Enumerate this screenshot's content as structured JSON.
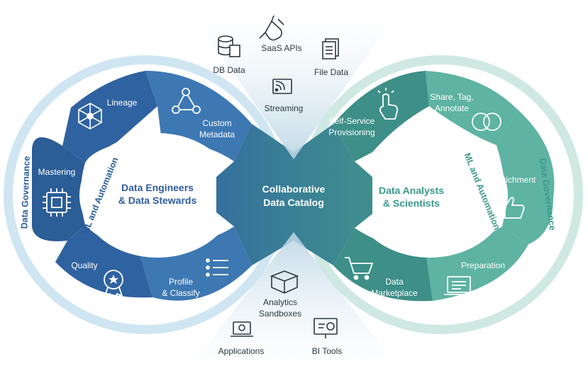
{
  "center": {
    "line1": "Collaborative",
    "line2": "Data Catalog"
  },
  "left_hub": {
    "line1": "Data Engineers",
    "line2": "& Data Stewards"
  },
  "right_hub": {
    "line1": "Data Analysts",
    "line2": "& Scientists"
  },
  "left_outer_label": "Data Governance",
  "left_inner_label": "ML and Automation",
  "right_outer_label": "Data Governance",
  "right_inner_label": "ML and Automation",
  "left_segments": {
    "lineage": "Lineage",
    "custom_metadata": [
      "Custom",
      "Metadata"
    ],
    "mastering": "Mastering",
    "quality": "Quality",
    "profile_classify": [
      "Profile",
      "& Classify"
    ]
  },
  "right_segments": {
    "self_service": [
      "Self-Service",
      "Provisioning"
    ],
    "share_tag": [
      "Share, Tag,",
      "Annotate"
    ],
    "enrichment": "Enrichment",
    "preparation": "Preparation",
    "data_marketplace": [
      "Data",
      "Marketplace"
    ]
  },
  "sources": {
    "db_data": "DB Data",
    "saas_apis": "SaaS APIs",
    "file_data": "File Data",
    "streaming": "Streaming"
  },
  "consumers": {
    "analytics": [
      "Analytics",
      "Sandboxes"
    ],
    "applications": "Applications",
    "bi_tools": "BI Tools"
  },
  "colors": {
    "blue_dark": "#2b5d97",
    "blue_mid": "#3d78b3",
    "teal_dark": "#3d8f88",
    "teal_light": "#5eb3a2",
    "center": "#3c7e92",
    "light_blue_ring": "#cfe6f2",
    "light_teal_ring": "#cfe9e2"
  }
}
